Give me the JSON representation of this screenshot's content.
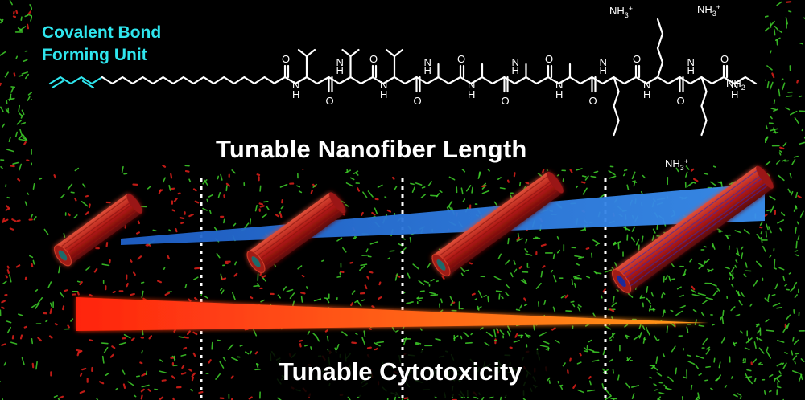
{
  "labels": {
    "bond_line1": "Covalent Bond",
    "bond_line2": "Forming Unit",
    "length_title": "Tunable Nanofiber Length",
    "cytotoxicity_title": "Tunable Cytotoxicity"
  },
  "molecule": {
    "ammonium_top_1": "NH",
    "ammonium_top_2": "NH",
    "ammonium_bottom": "NH",
    "amide_terminal": "NH",
    "amine_sub": "3",
    "amine_charge": "+",
    "terminal_sub": "2",
    "nitrogen_h": "H",
    "nitrogen_n": "N",
    "oxygen": "O"
  },
  "colors": {
    "bond_label": "#2fe6ee",
    "fiber_red": "#c0201c",
    "fiber_core": "#1d6a6a",
    "fiber_core_last": "#1a2a9a",
    "length_bar": "#2f7fe0",
    "cytotoxicity_wedge_start": "#ff2410",
    "cytotoxicity_wedge_end": "#ff9a1a",
    "live_cells": "#3fd02a",
    "dead_cells": "#e0201a",
    "divider": "#ffffff"
  },
  "fibers": [
    {
      "name": "fiber-1",
      "relative_length": 1
    },
    {
      "name": "fiber-2",
      "relative_length": 1.15
    },
    {
      "name": "fiber-3",
      "relative_length": 1.6
    },
    {
      "name": "fiber-4",
      "relative_length": 2.0
    }
  ]
}
